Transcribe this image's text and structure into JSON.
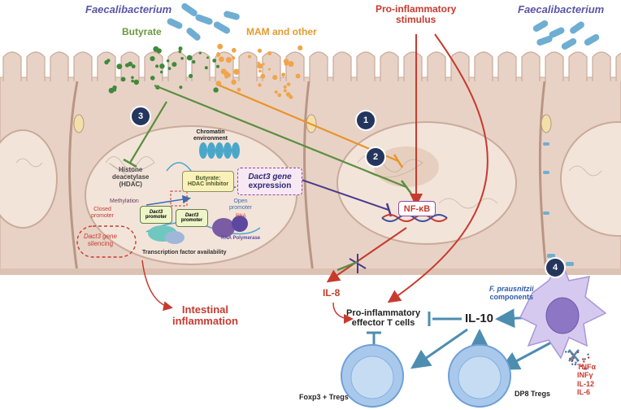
{
  "labels": {
    "faecalibacterium_left": "Faecalibacterium",
    "faecalibacterium_right": "Faecalibacterium",
    "butyrate": "Butyrate",
    "mam_other": "MAM and other",
    "pro_inflammatory_stimulus_1": "Pro-inflammatory",
    "pro_inflammatory_stimulus_2": "stimulus",
    "chromatin_environment_1": "Chromatin",
    "chromatin_environment_2": "environment",
    "histone_deacetylase_1": "Histone",
    "histone_deacetylase_2": "deacetylase",
    "histone_deacetylase_3": "(HDAC)",
    "butyrate_hdac_inhibitor_1": "Butyrate:",
    "butyrate_hdac_inhibitor_2": "HDAC inhibitor",
    "dact3_gene_expression_1": "Dact3 gene",
    "dact3_gene_expression_2": "expression",
    "methylation": "Methylation",
    "closed_promoter_1": "Closed",
    "closed_promoter_2": "promoter",
    "dact3_promoter_a_1": "Dact3",
    "dact3_promoter_a_2": "promoter",
    "dact3_promoter_b_1": "Dact3",
    "dact3_promoter_b_2": "promoter",
    "open_promoter_1": "Open",
    "open_promoter_2": "promoter",
    "rna": "RNA",
    "rna_polymerase": "RNA Polymerase",
    "dact3_gene_silencing_1": "Dact3 gene",
    "dact3_gene_silencing_2": "silencing",
    "transcription_factor_availability": "Transcription factor availability",
    "intestinal_inflammation_1": "Intestinal",
    "intestinal_inflammation_2": "inflammation",
    "nfkb": "NF-κB",
    "il8": "IL-8",
    "pro_inflammatory_effector_1": "Pro-inflammatory",
    "pro_inflammatory_effector_2": "effector T cells",
    "il10": "IL-10",
    "f_prausnitzii_components_1": "F. prausnitzii",
    "f_prausnitzii_components_2": "components",
    "foxp3_tregs": "Foxp3 + Tregs",
    "dp8_tregs": "DP8 Tregs",
    "cytokine_tnfa": "TNFα",
    "cytokine_infg": "INFγ",
    "cytokine_il12": "IL-12",
    "cytokine_il6": "IL-6"
  },
  "markers": [
    "1",
    "2",
    "3",
    "4"
  ],
  "colors": {
    "cell_fill": "#e8d2c6",
    "cell_stroke": "#c9ab9a",
    "nucleus_fill": "#f3e4da",
    "bacteria": "#6faed2",
    "butyrate_path": "#5a8f3e",
    "mam_path": "#e8942a",
    "inflammation_path": "#c73a2e",
    "il10_path": "#4d8db0",
    "marker_fill": "#25365e",
    "nfkb_path": "#4a3b8c"
  }
}
